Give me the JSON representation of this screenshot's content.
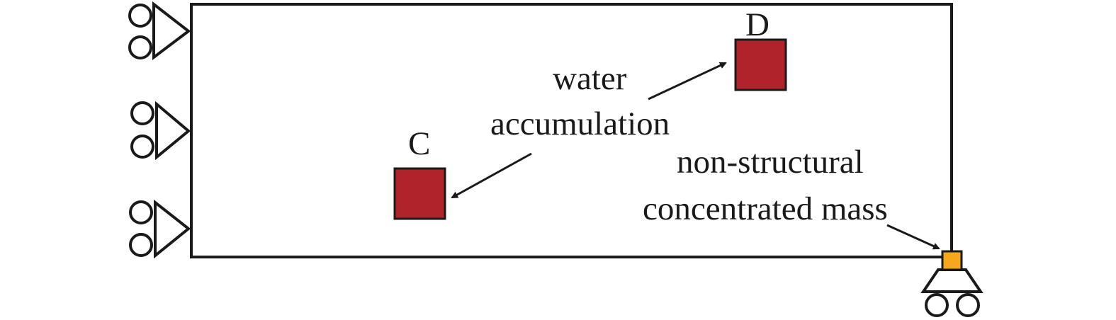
{
  "labels": {
    "point_c": "C",
    "point_d": "D",
    "water_line1": "water",
    "water_line2": "accumulation",
    "mass_line1": "non-structural",
    "mass_line2": "concentrated mass"
  },
  "colors": {
    "water_block": "#b0232a",
    "mass_block": "#f5a81c",
    "outline": "#1a1a1a"
  }
}
